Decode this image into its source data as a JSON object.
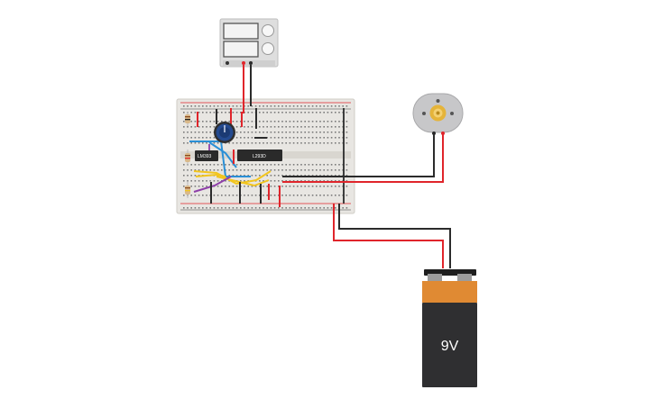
{
  "canvas": {
    "components": {
      "power_supply": {
        "icon": "power-supply-icon"
      },
      "breadboard": {
        "icon": "breadboard-icon"
      },
      "potentiometer": {
        "icon": "potentiometer-icon"
      },
      "chip_left": {
        "label": "LM393"
      },
      "chip_right": {
        "label": "L293D"
      },
      "dc_motor": {
        "icon": "dc-motor-icon"
      },
      "battery": {
        "label": "9V",
        "icon": "battery-9v-icon"
      }
    },
    "colors": {
      "background": "#ffffff",
      "wire_red": "#e0252b",
      "wire_black": "#2b2b2b",
      "wire_yellow": "#f2c51d",
      "wire_blue": "#2a8fd6",
      "wire_purple": "#8e3fa9",
      "breadboard": "#e8e6e2",
      "battery_top": "#e08a33",
      "battery_body": "#2f2f31",
      "pot_knob": "#244a8f"
    }
  }
}
